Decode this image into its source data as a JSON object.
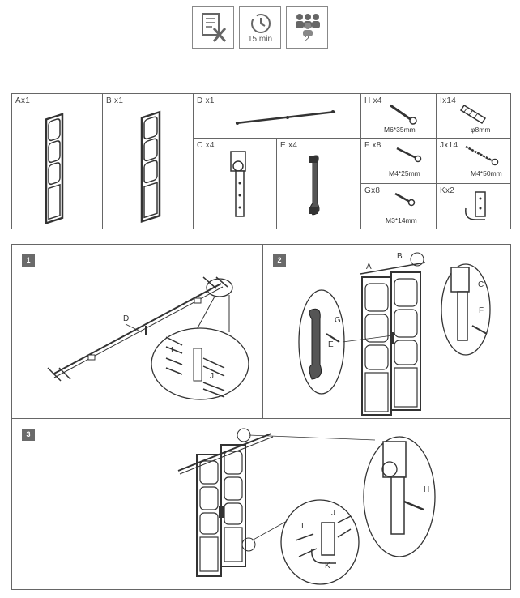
{
  "header": {
    "icons": [
      {
        "icon": "document-tools-icon",
        "label": ""
      },
      {
        "icon": "clock-icon",
        "label": "15 min"
      },
      {
        "icon": "people-icon",
        "label": "2"
      }
    ]
  },
  "parts": {
    "A": {
      "label": "Ax1"
    },
    "B": {
      "label": "B x1"
    },
    "D": {
      "label": "D x1"
    },
    "C": {
      "label": "C x4"
    },
    "E": {
      "label": "E x4"
    },
    "H": {
      "label": "H x4",
      "spec": "M6*35mm"
    },
    "I": {
      "label": "Ix14",
      "spec": "φ8mm"
    },
    "F": {
      "label": "F x8",
      "spec": "M4*25mm"
    },
    "J": {
      "label": "Jx14",
      "spec": "M4*50mm"
    },
    "G": {
      "label": "Gx8",
      "spec": "M3*14mm"
    },
    "K": {
      "label": "Kx2"
    }
  },
  "steps": [
    {
      "number": "1",
      "callouts": [
        "D",
        "I",
        "J"
      ]
    },
    {
      "number": "2",
      "callouts": [
        "A",
        "B",
        "C",
        "F",
        "G",
        "E"
      ]
    },
    {
      "number": "3",
      "callouts": [
        "H",
        "I",
        "J",
        "K"
      ]
    }
  ]
}
